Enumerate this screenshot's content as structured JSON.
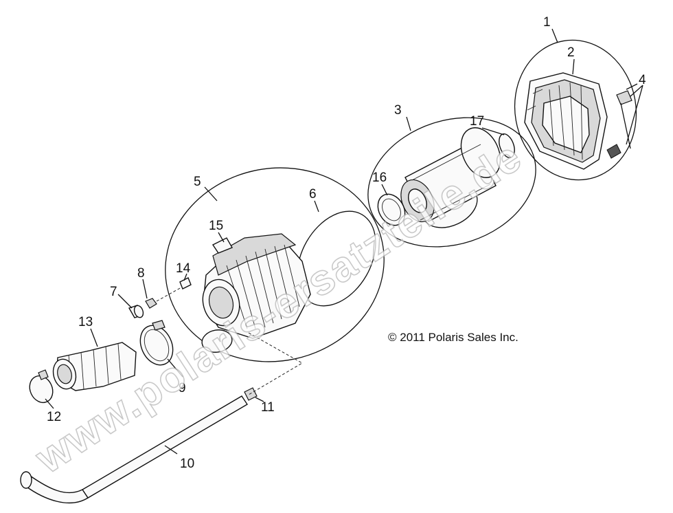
{
  "callouts": {
    "c1": "1",
    "c2": "2",
    "c3": "3",
    "c4": "4",
    "c5": "5",
    "c6": "6",
    "c7": "7",
    "c8": "8",
    "c9": "9",
    "c10": "10",
    "c11": "11",
    "c12": "12",
    "c13": "13",
    "c14": "14",
    "c15": "15",
    "c16": "16",
    "c17": "17"
  },
  "copyright": "© 2011 Polaris Sales Inc.",
  "watermark": "www.polaris-ersatzteile.de"
}
